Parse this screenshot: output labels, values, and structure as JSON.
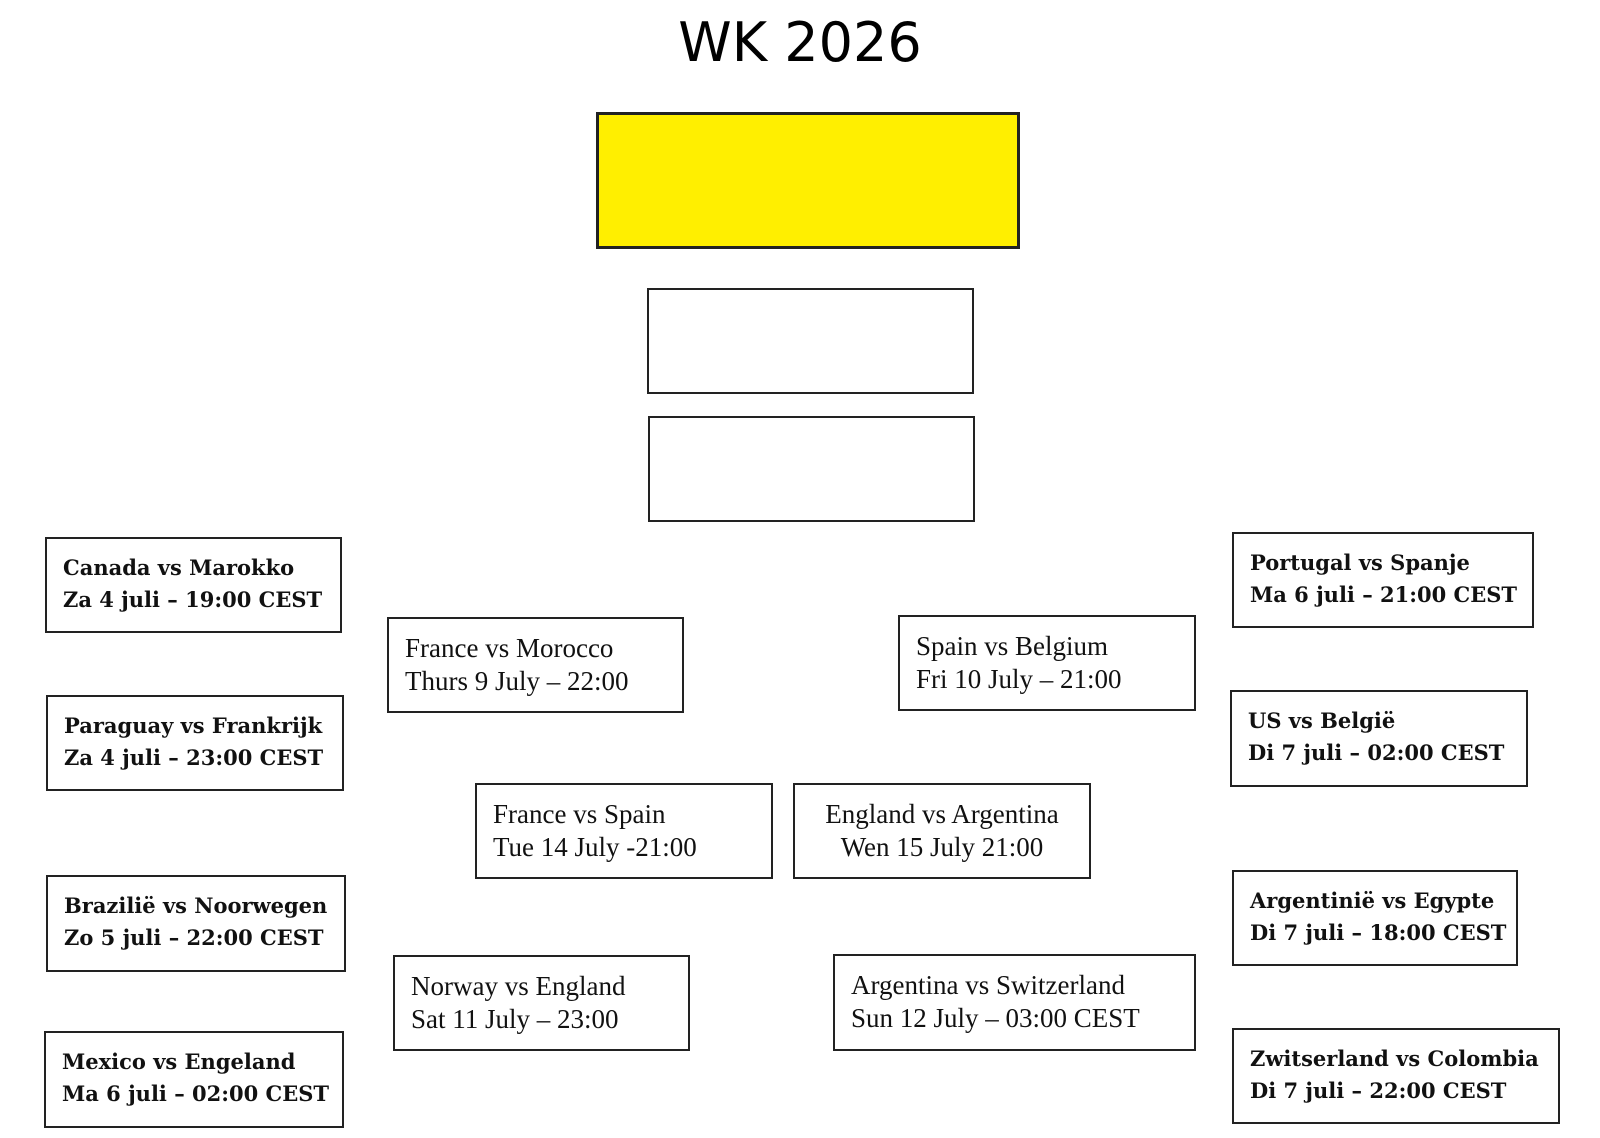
{
  "title": "WK 2026",
  "final": {
    "color": "#ffef00"
  },
  "left": {
    "r16": [
      {
        "teams": "Canada vs Marokko",
        "time": "Za 4 juli – 19:00 CEST"
      },
      {
        "teams": "Paraguay vs Frankrijk",
        "time": "Za 4 juli – 23:00 CEST"
      },
      {
        "teams": "Brazilië vs Noorwegen",
        "time": "Zo 5 juli – 22:00 CEST"
      },
      {
        "teams": "Mexico vs Engeland",
        "time": "Ma 6 juli – 02:00 CEST"
      }
    ],
    "qf": [
      {
        "teams": "France vs Morocco",
        "time": "Thurs 9 July – 22:00"
      },
      {
        "teams": "Norway vs England",
        "time": "Sat 11 July – 23:00"
      }
    ],
    "sf": {
      "teams": "France vs Spain",
      "time": "Tue 14 July -21:00"
    }
  },
  "right": {
    "r16": [
      {
        "teams": "Portugal vs Spanje",
        "time": "Ma 6 juli – 21:00 CEST"
      },
      {
        "teams": "US vs België",
        "time": "Di 7 juli – 02:00 CEST"
      },
      {
        "teams": "Argentinië vs Egypte",
        "time": "Di 7 juli – 18:00 CEST"
      },
      {
        "teams": "Zwitserland vs Colombia",
        "time": "Di 7 juli – 22:00 CEST"
      }
    ],
    "qf": [
      {
        "teams": "Spain vs Belgium",
        "time": "Fri 10 July – 21:00"
      },
      {
        "teams": "Argentina vs Switzerland",
        "time": "Sun 12 July – 03:00 CEST"
      }
    ],
    "sf": {
      "teams": "England vs Argentina",
      "time": "Wen 15 July 21:00"
    }
  }
}
